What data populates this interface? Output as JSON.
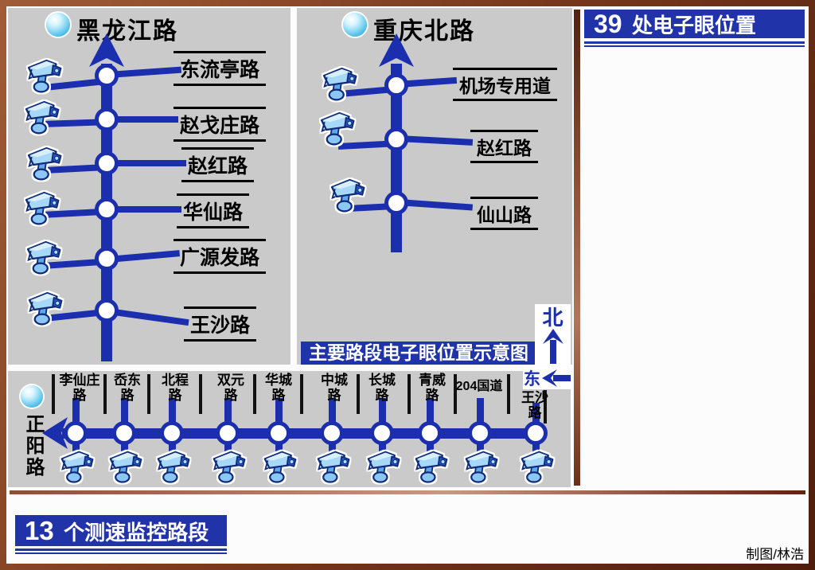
{
  "header": {
    "right_title_number": "39",
    "right_title_text": "处电子眼位置"
  },
  "captions": {
    "mid_caption": "主要路段电子眼位置示意图",
    "bottom_number": "13",
    "bottom_text": "个测速监控路段",
    "credit": "制图/林浩"
  },
  "compass": {
    "north_label": "北",
    "east_label": "东"
  },
  "panels": {
    "heilongjiang": {
      "title": "黑龙江路",
      "roads": [
        "东流亭路",
        "赵戈庄路",
        "赵红路",
        "华仙路",
        "广源发路",
        "王沙路"
      ]
    },
    "chongqingbei": {
      "title": "重庆北路",
      "roads": [
        "机场专用道",
        "赵红路",
        "仙山路"
      ]
    },
    "zhengyang": {
      "title": "正阳路",
      "roads": [
        {
          "line1": "李仙庄",
          "line2": "路"
        },
        {
          "line1": "岙东",
          "line2": "路"
        },
        {
          "line1": "北程",
          "line2": "路"
        },
        {
          "line1": "双元",
          "line2": "路"
        },
        {
          "line1": "华城",
          "line2": "路"
        },
        {
          "line1": "中城",
          "line2": "路"
        },
        {
          "line1": "长城",
          "line2": "路"
        },
        {
          "line1": "青威",
          "line2": "路"
        },
        {
          "line1": "204国道",
          "line2": ""
        },
        {
          "line1": "王沙",
          "line2": "路"
        }
      ]
    }
  },
  "colors": {
    "road_blue": "#1b2eae",
    "box_blue": "#2033a8",
    "panel_gray": "#cacaca",
    "frame_brown": "#7a3a1e",
    "sphere_cyan": "#49bce8"
  }
}
